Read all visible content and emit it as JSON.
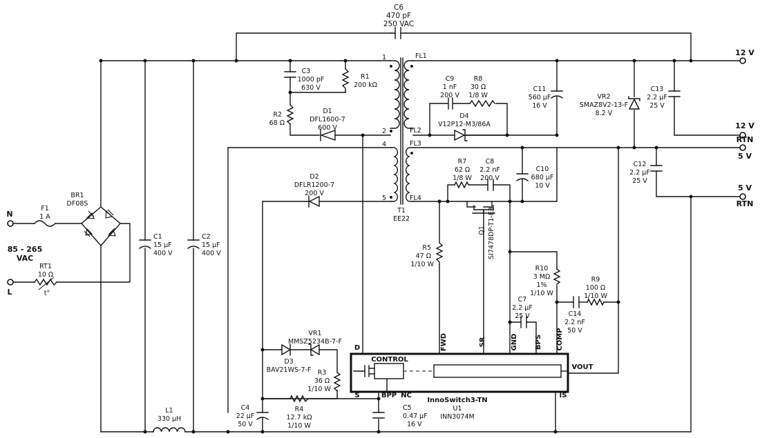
{
  "components": {
    "c6": {
      "ref": "C6",
      "value": "470 pF",
      "rating": "250 VAC"
    },
    "c3": {
      "ref": "C3",
      "value": "1000 pF",
      "rating": "630 V"
    },
    "r1": {
      "ref": "R1",
      "value": "200 kΩ"
    },
    "r2": {
      "ref": "R2",
      "value": "68 Ω"
    },
    "d1": {
      "ref": "D1",
      "value": "DFL1600-7",
      "rating": "600 V"
    },
    "c9": {
      "ref": "C9",
      "value": "1 nF",
      "rating": "200 V"
    },
    "r8": {
      "ref": "R8",
      "value": "30 Ω",
      "rating": "1/8 W"
    },
    "d4": {
      "ref": "D4",
      "value": "V12P12-M3/86A"
    },
    "c11": {
      "ref": "C11",
      "value": "560 µF",
      "rating": "16 V"
    },
    "vr2": {
      "ref": "VR2",
      "value": "SMAZ8V2-13-F",
      "rating": "8.2 V"
    },
    "c13": {
      "ref": "C13",
      "value": "2.2 µF",
      "rating": "25 V"
    },
    "r7": {
      "ref": "R7",
      "value": "62 Ω",
      "rating": "1/8 W"
    },
    "c8": {
      "ref": "C8",
      "value": "2.2 nF",
      "rating": "200 V"
    },
    "c10": {
      "ref": "C10",
      "value": "680 µF",
      "rating": "10 V"
    },
    "c12": {
      "ref": "C12",
      "value": "2.2 µF",
      "rating": "25 V"
    },
    "d2": {
      "ref": "D2",
      "value": "DFLR1200-7",
      "rating": "200 V"
    },
    "br1": {
      "ref": "BR1",
      "value": "DF08S"
    },
    "f1": {
      "ref": "F1",
      "value": "1 A"
    },
    "rt1": {
      "ref": "RT1",
      "value": "10 Ω",
      "symbol": "t°"
    },
    "c1": {
      "ref": "C1",
      "value": "15 µF",
      "rating": "400 V"
    },
    "c2": {
      "ref": "C2",
      "value": "15 µF",
      "rating": "400 V"
    },
    "t1": {
      "ref": "T1",
      "value": "EE22"
    },
    "q1": {
      "ref": "Q1",
      "value": "SI7478DP-T1-E3"
    },
    "r5": {
      "ref": "R5",
      "value": "47 Ω",
      "rating": "1/10 W"
    },
    "r10": {
      "ref": "R10",
      "value": "3 MΩ",
      "tolerance": "1%",
      "rating": "1/10 W"
    },
    "r9": {
      "ref": "R9",
      "value": "100 Ω",
      "rating": "1/10 W"
    },
    "c14": {
      "ref": "C14",
      "value": "2.2 nF",
      "rating": "50 V"
    },
    "c7": {
      "ref": "C7",
      "value": "2.2 µF",
      "rating": "25 V"
    },
    "vr1": {
      "ref": "VR1",
      "value": "MMSZ5234B-7-F"
    },
    "d3": {
      "ref": "D3",
      "value": "BAV21WS-7-F"
    },
    "r3": {
      "ref": "R3",
      "value": "36 Ω",
      "rating": "1/10 W"
    },
    "c4": {
      "ref": "C4",
      "value": "22 µF",
      "rating": "50 V"
    },
    "r4": {
      "ref": "R4",
      "value": "12.7 kΩ",
      "rating": "1/10 W"
    },
    "c5": {
      "ref": "C5",
      "value": "0.47 µF",
      "rating": "16 V"
    },
    "l1": {
      "ref": "L1",
      "value": "330 µH"
    },
    "u1": {
      "ref": "U1",
      "name": "InnoSwitch3-TN",
      "value": "INN3074M"
    }
  },
  "input": {
    "n": "N",
    "l": "L",
    "range": "85 - 265",
    "unit": "VAC"
  },
  "outputs": {
    "v12": "12 V",
    "v12_rtn_a": "12 V",
    "v12_rtn_b": "RTN",
    "v5": "5 V",
    "v5_rtn_a": "5 V",
    "v5_rtn_b": "RTN"
  },
  "transformer_pins": {
    "p1": "1",
    "p2": "2",
    "p4": "4",
    "p5": "5",
    "fl1": "FL1",
    "fl2": "FL2",
    "fl3": "FL3",
    "fl4": "FL4"
  },
  "ic_pins": {
    "d": "D",
    "s": "S",
    "bpp": "BPP",
    "nc": "NC",
    "control": "CONTROL",
    "fwd": "FWD",
    "sr": "SR",
    "gnd": "GND",
    "bps": "BPS",
    "comp": "COMP",
    "vout": "VOUT",
    "is": "IS"
  }
}
